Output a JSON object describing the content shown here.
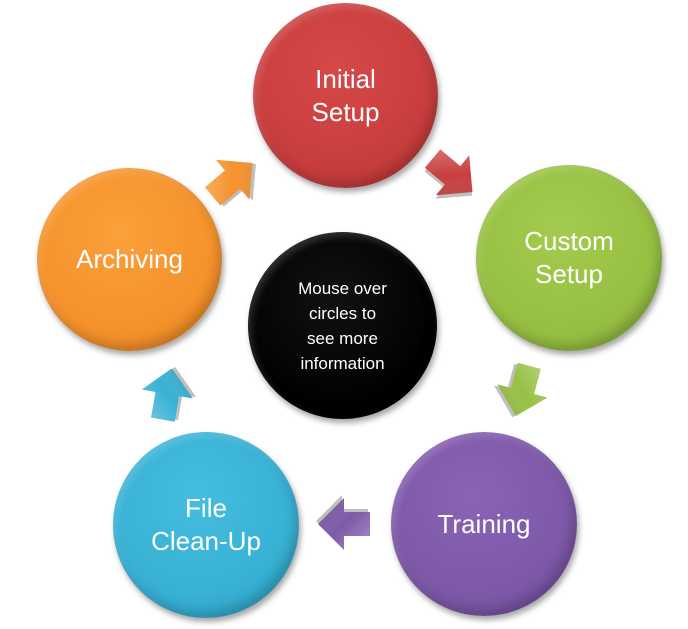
{
  "diagram": {
    "type": "cycle",
    "center": {
      "label": "Mouse over\ncircles to\nsee more\ninformation",
      "color": "#000000"
    },
    "steps": [
      {
        "id": "initial",
        "label": "Initial\nSetup",
        "color": "#c83e3e",
        "arrow_color": "#c83e3e"
      },
      {
        "id": "custom",
        "label": "Custom\nSetup",
        "color": "#97c043",
        "arrow_color": "#97c043"
      },
      {
        "id": "training",
        "label": "Training",
        "color": "#7d59a8",
        "arrow_color": "#7d59a8"
      },
      {
        "id": "cleanup",
        "label": "File\nClean-Up",
        "color": "#38b1d4",
        "arrow_color": "#38b1d4"
      },
      {
        "id": "archive",
        "label": "Archiving",
        "color": "#f5922c",
        "arrow_color": "#f5922c"
      }
    ]
  }
}
